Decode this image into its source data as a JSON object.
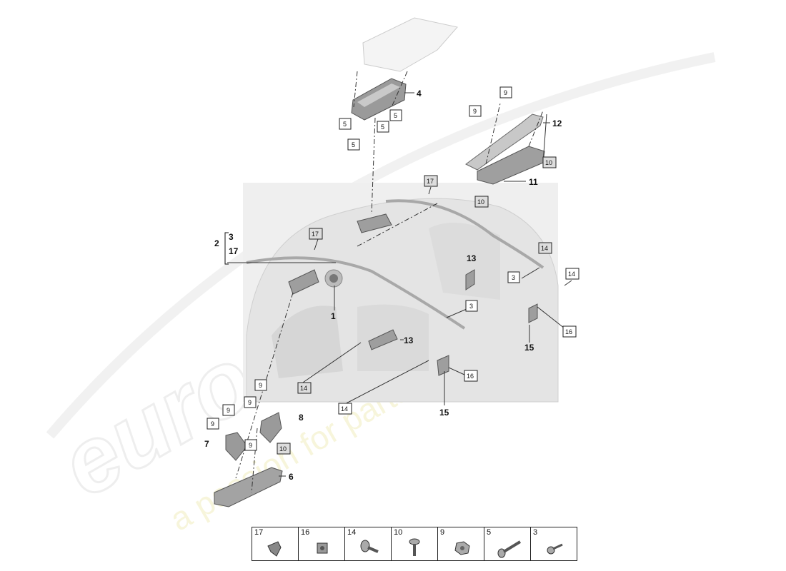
{
  "watermark": {
    "brand": "eurospares",
    "tagline": "a passion for parts since 1985"
  },
  "parts": {
    "p1": "1",
    "p2": "2",
    "p3a": "3",
    "p3b": "3",
    "p3c": "3",
    "p4": "4",
    "p5": "5",
    "p6": "6",
    "p7": "7",
    "p8": "8",
    "p9": "9",
    "p10": "10",
    "p11": "11",
    "p12": "12",
    "p13": "13",
    "p14": "14",
    "p15": "15",
    "p16": "16",
    "p17": "17"
  },
  "legend": {
    "items": [
      "17",
      "16",
      "14",
      "10",
      "9",
      "5",
      "3"
    ],
    "icons": [
      "bracket-icon",
      "clip-nut-icon",
      "flange-bolt-icon",
      "screw-icon",
      "hex-nut-icon",
      "long-bolt-icon",
      "short-screw-icon"
    ]
  }
}
